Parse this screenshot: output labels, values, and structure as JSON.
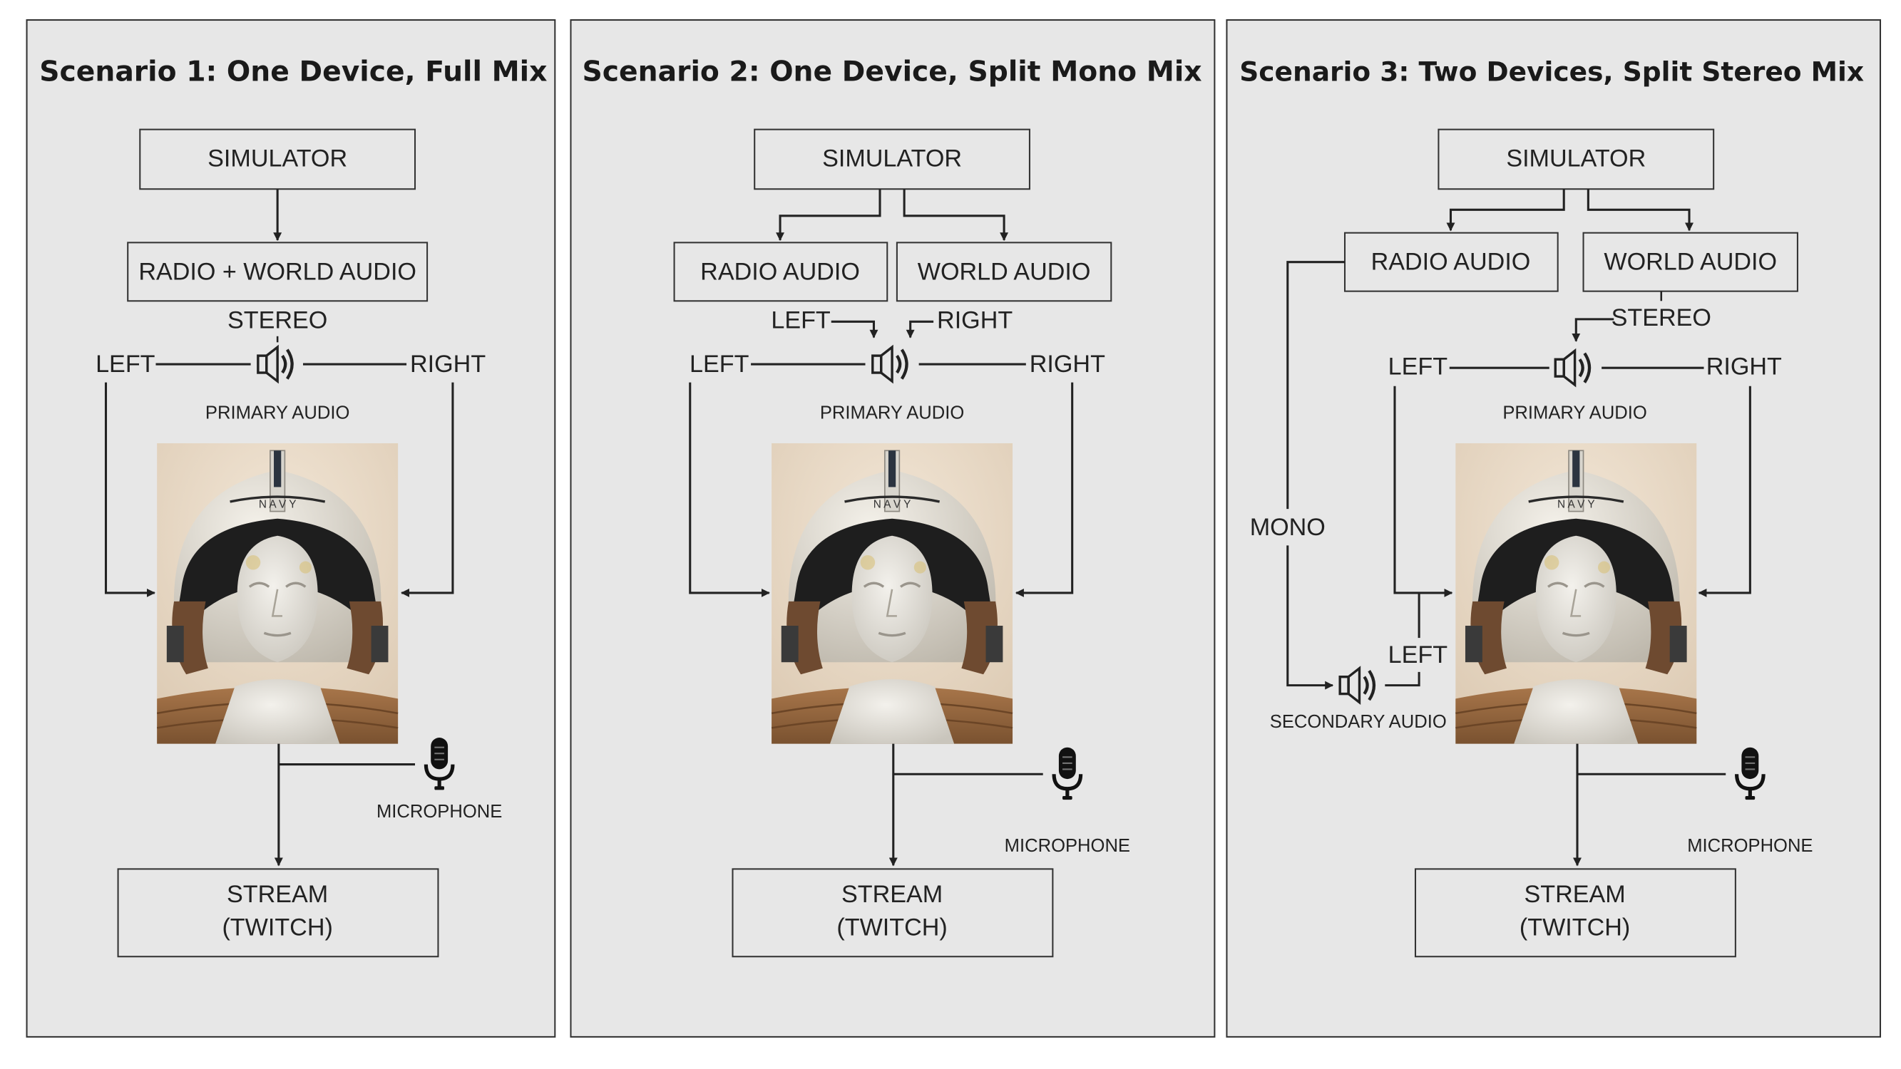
{
  "panels": [
    {
      "title": "Scenario 1: One Device, Full Mix",
      "simulator": "SIMULATOR",
      "source": "RADIO + WORLD AUDIO",
      "stereo": "STEREO",
      "left": "LEFT",
      "right": "RIGHT",
      "primary_audio": "PRIMARY AUDIO",
      "microphone": "MICROPHONE",
      "stream_line1": "STREAM",
      "stream_line2": "(TWITCH)"
    },
    {
      "title": "Scenario 2: One Device, Split Mono Mix",
      "simulator": "SIMULATOR",
      "radio": "RADIO AUDIO",
      "world": "WORLD AUDIO",
      "split_left": "LEFT",
      "split_right": "RIGHT",
      "left": "LEFT",
      "right": "RIGHT",
      "primary_audio": "PRIMARY AUDIO",
      "microphone": "MICROPHONE",
      "stream_line1": "STREAM",
      "stream_line2": "(TWITCH)"
    },
    {
      "title": "Scenario 3: Two Devices, Split Stereo Mix",
      "simulator": "SIMULATOR",
      "radio": "RADIO AUDIO",
      "world": "WORLD AUDIO",
      "stereo": "STEREO",
      "left": "LEFT",
      "right": "RIGHT",
      "primary_audio": "PRIMARY AUDIO",
      "mono": "MONO",
      "secondary_left": "LEFT",
      "secondary_audio": "SECONDARY AUDIO",
      "microphone": "MICROPHONE",
      "stream_line1": "STREAM",
      "stream_line2": "(TWITCH)"
    }
  ],
  "icons": {
    "speaker": "speaker-icon",
    "microphone": "microphone-icon",
    "photo": "helmet-mannequin-photo"
  },
  "colors": {
    "panel_fill": "#e7e7e7",
    "stroke": "#222222"
  }
}
